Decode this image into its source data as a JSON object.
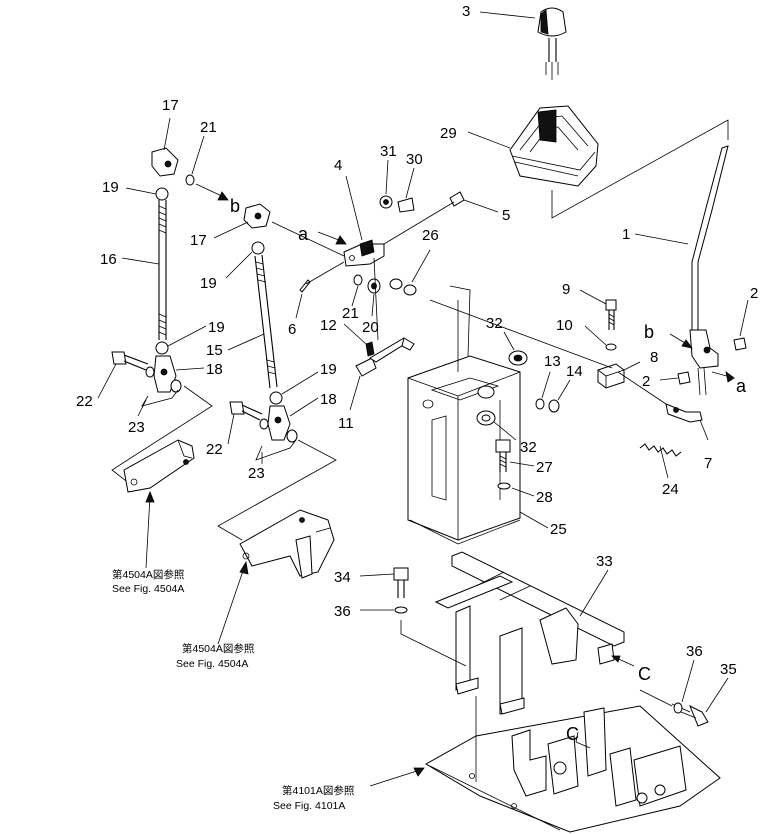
{
  "part_labels": [
    {
      "id": "p1",
      "text": "1"
    },
    {
      "id": "p2a",
      "text": "2"
    },
    {
      "id": "p2b",
      "text": "2"
    },
    {
      "id": "p3",
      "text": "3"
    },
    {
      "id": "p4",
      "text": "4"
    },
    {
      "id": "p5",
      "text": "5"
    },
    {
      "id": "p6",
      "text": "6"
    },
    {
      "id": "p7",
      "text": "7"
    },
    {
      "id": "p8",
      "text": "8"
    },
    {
      "id": "p9",
      "text": "9"
    },
    {
      "id": "p10",
      "text": "10"
    },
    {
      "id": "p11",
      "text": "11"
    },
    {
      "id": "p12",
      "text": "12"
    },
    {
      "id": "p13",
      "text": "13"
    },
    {
      "id": "p14",
      "text": "14"
    },
    {
      "id": "p15",
      "text": "15"
    },
    {
      "id": "p16",
      "text": "16"
    },
    {
      "id": "p17a",
      "text": "17"
    },
    {
      "id": "p17b",
      "text": "17"
    },
    {
      "id": "p18a",
      "text": "18"
    },
    {
      "id": "p18b",
      "text": "18"
    },
    {
      "id": "p19a",
      "text": "19"
    },
    {
      "id": "p19b",
      "text": "19"
    },
    {
      "id": "p19c",
      "text": "19"
    },
    {
      "id": "p19d",
      "text": "19"
    },
    {
      "id": "p20",
      "text": "20"
    },
    {
      "id": "p21a",
      "text": "21"
    },
    {
      "id": "p21b",
      "text": "21"
    },
    {
      "id": "p22a",
      "text": "22"
    },
    {
      "id": "p22b",
      "text": "22"
    },
    {
      "id": "p23a",
      "text": "23"
    },
    {
      "id": "p23b",
      "text": "23"
    },
    {
      "id": "p24",
      "text": "24"
    },
    {
      "id": "p25",
      "text": "25"
    },
    {
      "id": "p26",
      "text": "26"
    },
    {
      "id": "p27",
      "text": "27"
    },
    {
      "id": "p28",
      "text": "28"
    },
    {
      "id": "p29",
      "text": "29"
    },
    {
      "id": "p30",
      "text": "30"
    },
    {
      "id": "p31",
      "text": "31"
    },
    {
      "id": "p32a",
      "text": "32"
    },
    {
      "id": "p32b",
      "text": "32"
    },
    {
      "id": "p33",
      "text": "33"
    },
    {
      "id": "p34",
      "text": "34"
    },
    {
      "id": "p35",
      "text": "35"
    },
    {
      "id": "p36a",
      "text": "36"
    },
    {
      "id": "p36b",
      "text": "36"
    }
  ],
  "callouts": [
    {
      "id": "ca1",
      "text": "a"
    },
    {
      "id": "ca2",
      "text": "a"
    },
    {
      "id": "cb1",
      "text": "b"
    },
    {
      "id": "cb2",
      "text": "b"
    },
    {
      "id": "cc1",
      "text": "C"
    },
    {
      "id": "cc2",
      "text": "C"
    }
  ],
  "references": [
    {
      "id": "ref1",
      "jp": "第4504A図参照",
      "en": "See Fig. 4504A"
    },
    {
      "id": "ref2",
      "jp": "第4504A図参照",
      "en": "See Fig. 4504A"
    },
    {
      "id": "ref3",
      "jp": "第4101A図参照",
      "en": "See Fig. 4101A"
    }
  ]
}
